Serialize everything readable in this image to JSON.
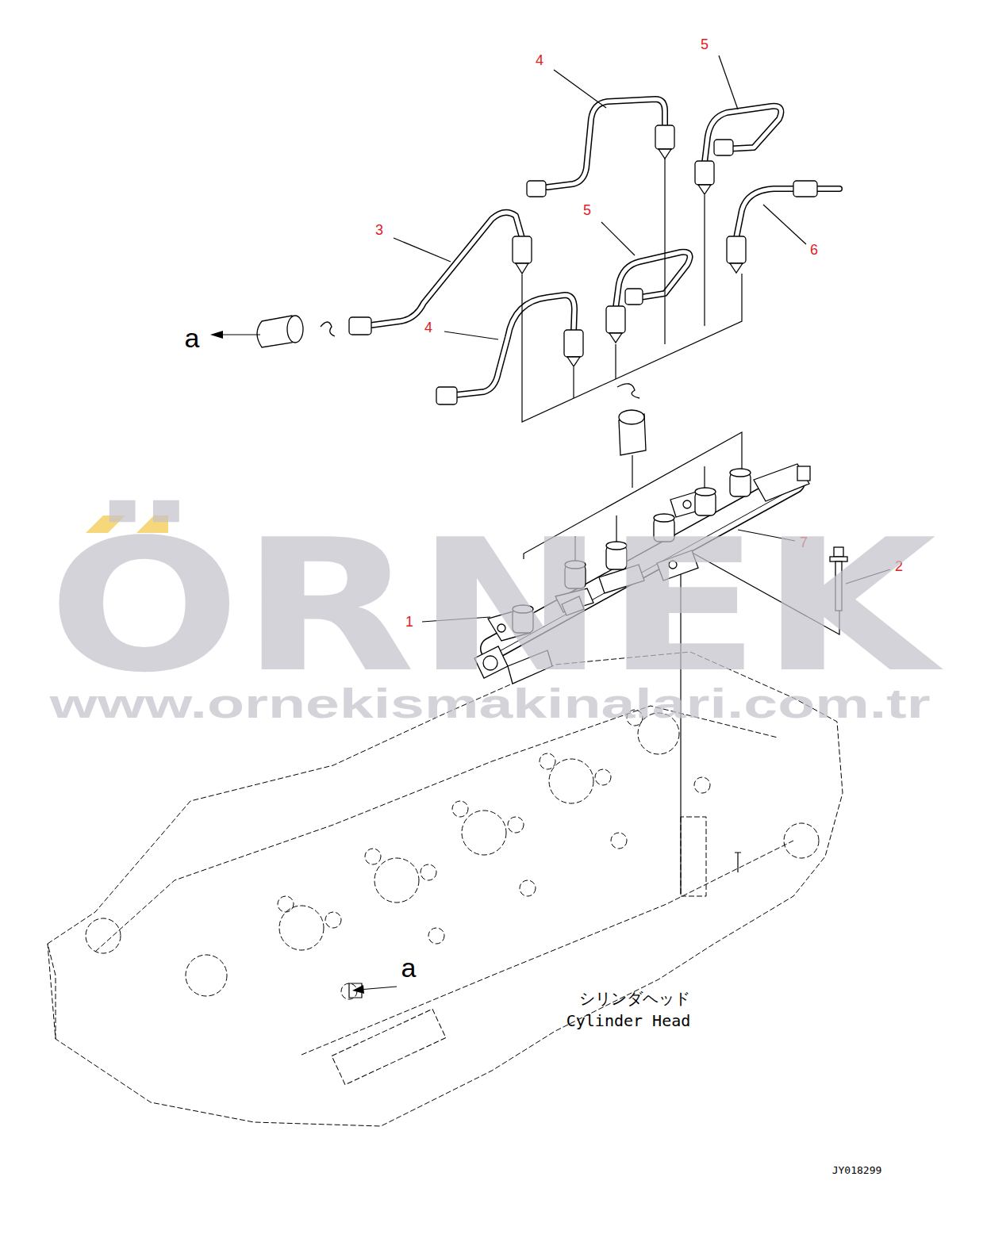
{
  "diagram": {
    "labels": [
      "5",
      "4",
      "3",
      "5",
      "6",
      "4",
      "a",
      "7",
      "2",
      "1",
      "ÖRNEK",
      "www.ornekismakinalari.com.tr",
      "a",
      "シリンダヘッド",
      "Cylinder Head",
      "JY018299"
    ]
  }
}
